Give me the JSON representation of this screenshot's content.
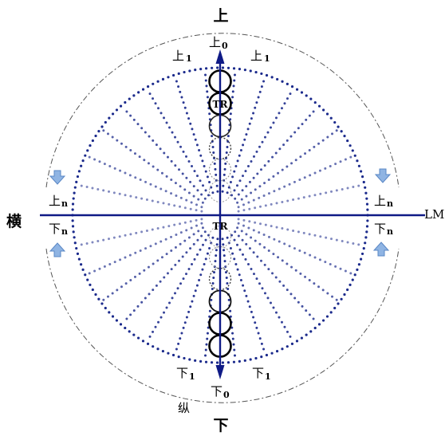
{
  "labels": {
    "top": "上",
    "bottom": "下",
    "left": "横",
    "right": "LM",
    "vertical_axis": "纵",
    "top_zero": "上",
    "top_zero_sub": "0",
    "bottom_zero": "下",
    "bottom_zero_sub": "0",
    "top_left_one": "上",
    "top_left_one_sub": "1",
    "top_right_one": "上",
    "top_right_one_sub": "1",
    "bottom_left_one": "下",
    "bottom_left_one_sub": "1",
    "bottom_right_one": "下",
    "bottom_right_one_sub": "1",
    "left_upper_n": "上",
    "left_upper_n_sub": "n",
    "left_lower_n": "下",
    "left_lower_n_sub": "n",
    "right_upper_n": "上",
    "right_upper_n_sub": "n",
    "right_lower_n": "下",
    "right_lower_n_sub": "n",
    "tr_top": "TR",
    "tr_center": "TR"
  },
  "colors": {
    "axis": "#0f1a86",
    "dots": "#1b2a8c",
    "arrow_fill": "#8fb4e3",
    "arrow_stroke": "#5a87c5"
  },
  "icons": {
    "upper_arrows": "arrow-down-icon",
    "lower_arrows": "arrow-up-icon"
  }
}
